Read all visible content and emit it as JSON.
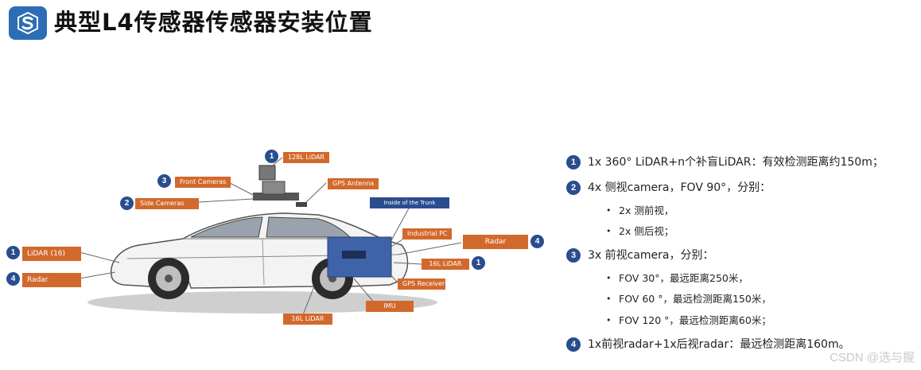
{
  "header": {
    "title": "典型L4传感器传感器安装位置",
    "logo_icon": "s-logo-icon"
  },
  "diagram": {
    "labels": {
      "lidar128": "128L LiDAR",
      "front_cameras": "Front Cameras",
      "gps_antenna": "GPS Antenna",
      "side_cameras": "Side Cameras",
      "trunk": "Inside of the Trunk",
      "industrial_pc": "Industrial PC",
      "radar_rear": "Radar",
      "lidar16_front": "LiDAR (16)",
      "radar_front": "Radar",
      "lidar16_rear": "16L LiDAR",
      "gps_receiver": "GPS Receiver",
      "imu": "IMU",
      "lidar16_bottom": "16L LiDAR"
    },
    "numbers": {
      "n_top": "1",
      "n_front_cam": "3",
      "n_side_cam": "2",
      "n_radar_rear": "4",
      "n_lidar_front": "1",
      "n_radar_front": "4",
      "n_lidar_rear": "1"
    }
  },
  "list": {
    "items": [
      {
        "num": "1",
        "text": "1x 360° LiDAR+n个补盲LiDAR：有效检测距离约150m；"
      },
      {
        "num": "2",
        "text": "4x 侧视camera，FOV 90°，分别："
      },
      {
        "num": "3",
        "text": "3x 前视camera，分别："
      },
      {
        "num": "4",
        "text": "1x前视radar+1x后视radar：最远检测距离160m。"
      }
    ],
    "sub2": [
      "2x 测前视，",
      "2x 侧后视；"
    ],
    "sub3": [
      "FOV 30°，最远距离250米，",
      "FOV 60 °，最远检测距离150米，",
      "FOV 120 °，最远检测距离60米；"
    ]
  },
  "watermark": "CSDN @选与握",
  "colors": {
    "accent_blue": "#2a4d8f",
    "label_orange": "#d2692c",
    "logo_blue": "#2d6db5"
  }
}
